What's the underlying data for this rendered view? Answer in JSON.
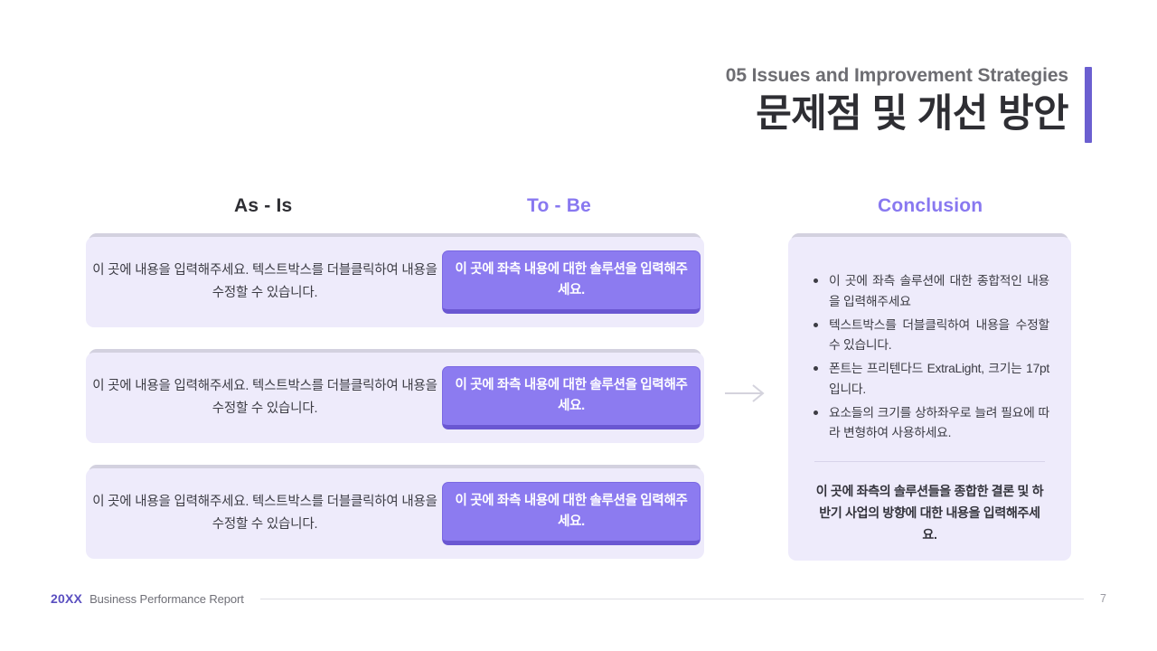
{
  "header": {
    "eyebrow": "05 Issues and Improvement Strategies",
    "headline": "문제점 및 개선 방안",
    "accent_color": "#6b5fd0"
  },
  "columns": {
    "as_is_label": "As - Is",
    "to_be_label": "To - Be",
    "conclusion_label": "Conclusion",
    "as_is_color": "#2e2e33",
    "to_be_color": "#8878f0",
    "conclusion_color": "#8878f0"
  },
  "rows": [
    {
      "as_is": "이 곳에 내용을 입력해주세요. 텍스트박스를 더블클릭하여 내용을 수정할 수 있습니다.",
      "to_be": "이 곳에 좌측 내용에 대한 솔루션을 입력해주세요."
    },
    {
      "as_is": "이 곳에 내용을 입력해주세요. 텍스트박스를 더블클릭하여 내용을 수정할 수 있습니다.",
      "to_be": "이 곳에 좌측 내용에 대한 솔루션을 입력해주세요."
    },
    {
      "as_is": "이 곳에 내용을 입력해주세요. 텍스트박스를 더블클릭하여 내용을 수정할 수 있습니다.",
      "to_be": "이 곳에 좌측 내용에 대한 솔루션을 입력해주세요."
    }
  ],
  "flow": {
    "arrow_icon": "arrow-right-icon",
    "arrow_color": "#d4d3dd"
  },
  "conclusion": {
    "bullets": [
      "이 곳에 좌측 솔루션에 대한 종합적인 내용을 입력해주세요",
      "텍스트박스를 더블클릭하여 내용을 수정할 수 있습니다.",
      "폰트는 프리텐다드 ExtraLight, 크기는 17pt 입니다.",
      "요소들의 크기를 상하좌우로 늘려 필요에 따라 변형하여 사용하세요."
    ],
    "summary": "이 곳에 좌측의 솔루션들을 종합한 결론 및 하반기 사업의 방향에 대한 내용을 입력해주세요."
  },
  "footer": {
    "year": "20XX",
    "label": "Business Performance Report",
    "page": "7"
  },
  "theme": {
    "card_bg": "#eeebfb",
    "card_ledge": "#d3d1df",
    "button_fill": "#8c7bf0",
    "button_edge": "#6a57d2"
  }
}
